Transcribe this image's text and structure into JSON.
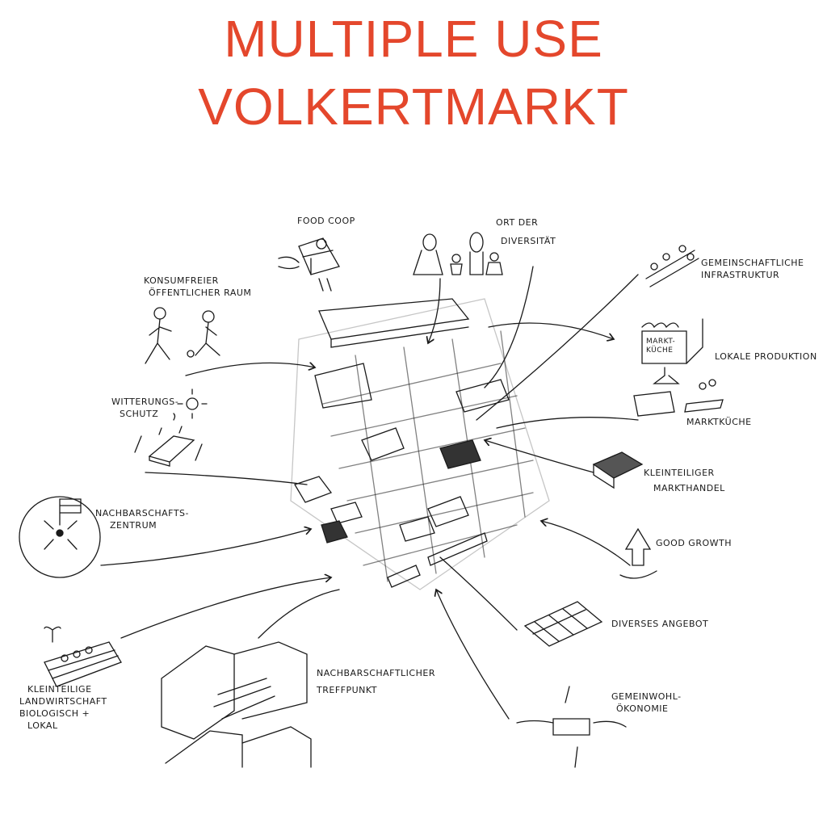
{
  "title": {
    "line1": "MULTIPLE USE",
    "line2": "VOLKERTMARKT"
  },
  "colors": {
    "title": "#e4472c",
    "ink": "#1a1a1a"
  },
  "labels": {
    "food_coop": "Food Coop",
    "ort_der_diversitaet": {
      "l1": "Ort der",
      "l2": "Diversität"
    },
    "konsumfreier_raum": {
      "l1": "Konsumfreier",
      "l2": "öffentlicher Raum"
    },
    "gemeinschaftliche_infrastruktur": {
      "l1": "Gemeinschaftliche",
      "l2": "Infrastruktur"
    },
    "markt_kueche_sign": {
      "l1": "Markt-",
      "l2": "Küche"
    },
    "lokale_produktion": "Lokale Produktion",
    "marktkueche": "Marktküche",
    "witterungsschutz": {
      "l1": "Witterungs-",
      "l2": "schutz"
    },
    "kleinteiliger_markthandel": {
      "l1": "Kleinteiliger",
      "l2": "Markthandel"
    },
    "nachbarschaftszentrum": {
      "l1": "Nachbarschafts-",
      "l2": "zentrum"
    },
    "good_growth": "Good Growth",
    "diverses_angebot": "Diverses Angebot",
    "nachbarschaftlicher_treffpunkt": {
      "l1": "Nachbarschaftlicher",
      "l2": "Treffpunkt"
    },
    "gemeinwohl_oekonomie": {
      "l1": "Gemeinwohl-",
      "l2": "ökonomie"
    },
    "kleinteilige_landwirtschaft": {
      "l1": "Kleinteilige",
      "l2": "Landwirtschaft",
      "l3": "biologisch +",
      "l4": "lokal"
    }
  }
}
